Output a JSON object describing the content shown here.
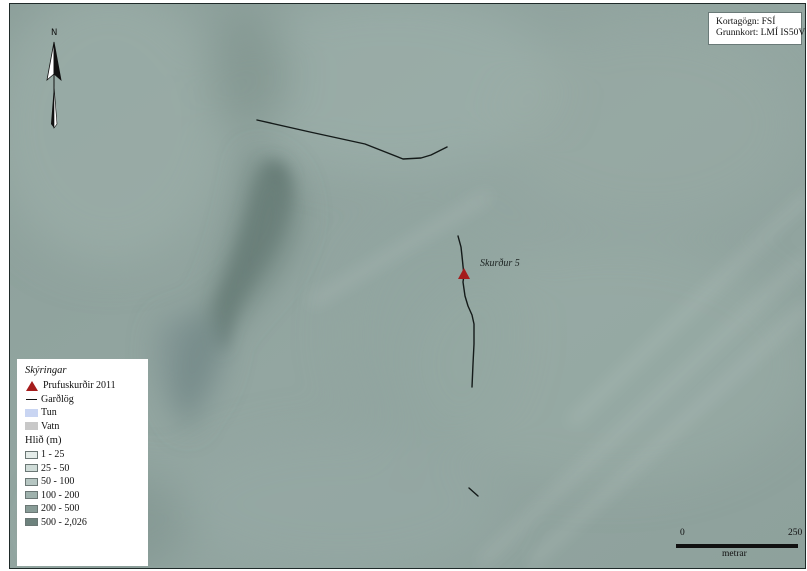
{
  "source": {
    "line1": "Kortagögn: FSÍ",
    "line2": "Grunnkort: LMÍ IS50V"
  },
  "north": {
    "label": "N"
  },
  "trench_label": "Skurður 5",
  "legend": {
    "title": "Skýringar",
    "items": [
      {
        "label": "Prufuskurðir 2011",
        "symbol": "triangle",
        "color": "#a51c1c"
      },
      {
        "label": "Garðlög",
        "symbol": "line",
        "color": "#111111"
      },
      {
        "label": "Tun",
        "symbol": "box",
        "color": "#c9d5f2"
      },
      {
        "label": "Vatn",
        "symbol": "box",
        "color": "#c8c8c8"
      }
    ],
    "slope_heading": "Hlið (m)",
    "slope_classes": [
      {
        "label": "1 - 25",
        "color": "#e4ece9"
      },
      {
        "label": "25 - 50",
        "color": "#cfdcd8"
      },
      {
        "label": "50 - 100",
        "color": "#b6c6c2"
      },
      {
        "label": "100 - 200",
        "color": "#9fb2ad"
      },
      {
        "label": "200 - 500",
        "color": "#889c97"
      },
      {
        "label": "500 - 2,026",
        "color": "#6d827d"
      }
    ]
  },
  "scale": {
    "start": "0",
    "end": "250",
    "unit": "metrar"
  },
  "colors": {
    "map_background": "#8fa29d",
    "trench_marker": "#a51c1c",
    "wall_line": "#141a19"
  }
}
